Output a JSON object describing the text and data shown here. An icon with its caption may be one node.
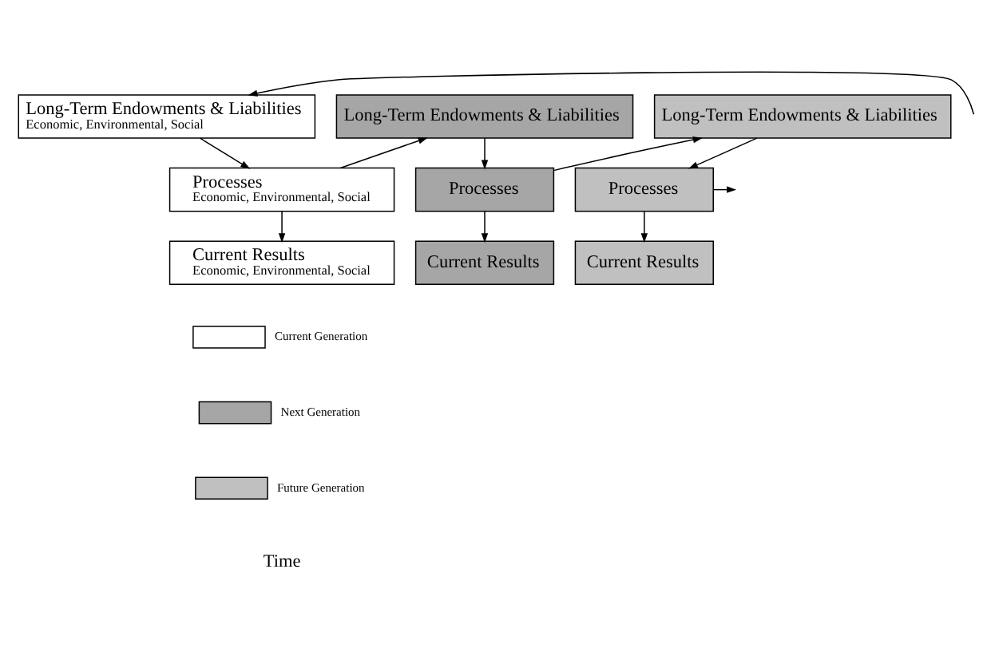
{
  "diagram": {
    "nodes": [
      {
        "text": [
          "Long-Term Endowments & Liabilities",
          "Economic, Environmental, Social"
        ]
      },
      {
        "text": [
          "Processes",
          "Economic, Environmental, Social"
        ]
      },
      {
        "text": [
          "Current Results",
          "Economic, Environmental, Social"
        ]
      },
      {
        "text": [
          "Long-Term Endowments & Liabilities"
        ]
      },
      {
        "text": [
          "Processes"
        ]
      },
      {
        "text": [
          "Current Results"
        ]
      },
      {
        "text": [
          "Long-Term Endowments & Liabilities"
        ]
      },
      {
        "text": [
          "Processes"
        ]
      },
      {
        "text": [
          "Current Results"
        ]
      }
    ],
    "edges": [
      {
        "from": null,
        "to": 0,
        "arrow": "to"
      },
      {
        "from": 0,
        "to": 1,
        "arrow": "to"
      },
      {
        "from": 1,
        "to": 2,
        "arrow": "to"
      },
      {
        "from": 1,
        "to": 3,
        "arrow": "to"
      },
      {
        "from": 3,
        "to": 4,
        "arrow": "to"
      },
      {
        "from": 4,
        "to": 5,
        "arrow": "to"
      },
      {
        "from": 4,
        "to": 6,
        "arrow": "to"
      },
      {
        "from": 6,
        "to": 7,
        "arrow": "to"
      },
      {
        "from": 7,
        "to": 8,
        "arrow": "to"
      },
      {
        "from": 7,
        "to": null,
        "arrow": "to"
      }
    ],
    "labels": [
      "Time"
    ],
    "legend": [
      {
        "text": "Current Generation",
        "color": "#ffffff"
      },
      {
        "text": "Next Generation",
        "color": "#a6a6a6"
      },
      {
        "text": "Future Generation",
        "color": "#c0c0c0"
      }
    ]
  }
}
